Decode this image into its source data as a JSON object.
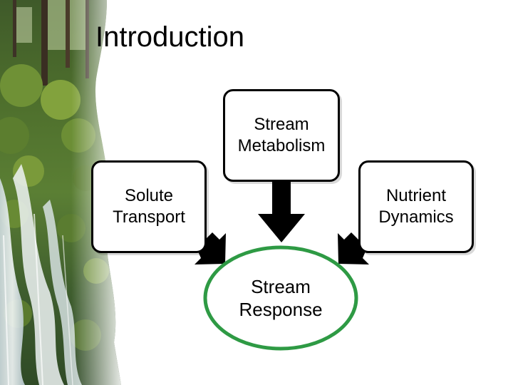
{
  "slide": {
    "title": "Introduction"
  },
  "diagram": {
    "nodes": {
      "metabolism": {
        "line1": "Stream",
        "line2": "Metabolism"
      },
      "transport": {
        "line1": "Solute",
        "line2": "Transport"
      },
      "nutrient": {
        "line1": "Nutrient",
        "line2": "Dynamics"
      },
      "response": {
        "line1": "Stream",
        "line2": "Response"
      }
    },
    "edges": [
      {
        "from": "metabolism",
        "to": "response"
      },
      {
        "from": "transport",
        "to": "response"
      },
      {
        "from": "nutrient",
        "to": "response"
      }
    ],
    "colors": {
      "response_outline": "#2e9a44",
      "box_border": "#000000",
      "arrow_fill": "#000000"
    }
  },
  "decoration": {
    "background_image_icon": "waterfall-forest-photo"
  }
}
